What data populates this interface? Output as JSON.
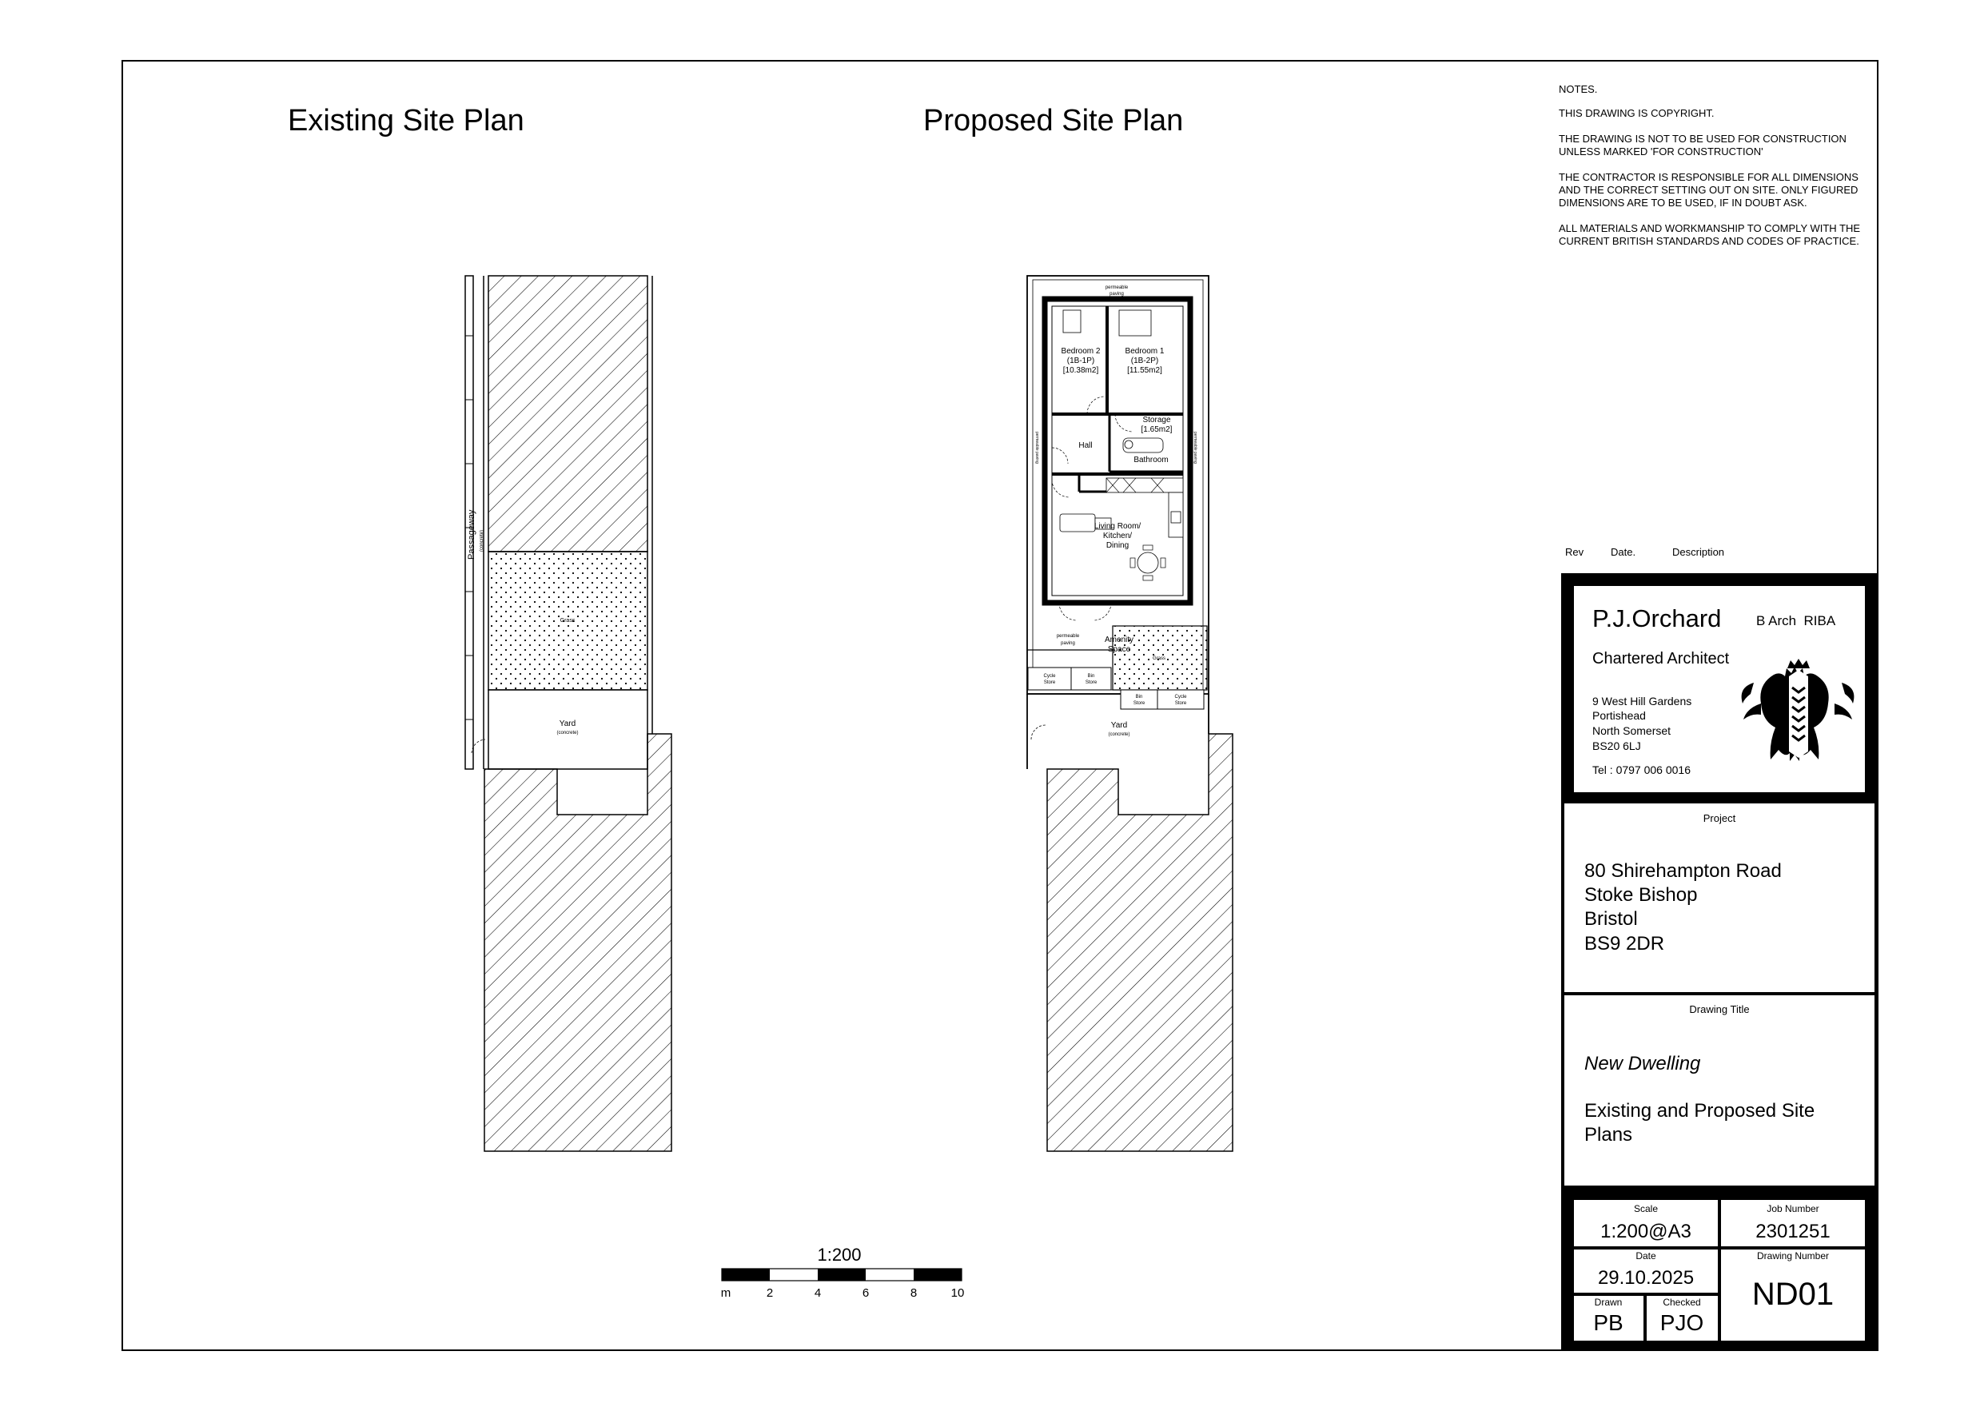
{
  "titles": {
    "existing": "Existing Site Plan",
    "proposed": "Proposed Site Plan"
  },
  "notes": {
    "heading": "NOTES.",
    "items": [
      "THIS DRAWING IS COPYRIGHT.",
      "THE DRAWING IS NOT TO BE USED FOR CONSTRUCTION UNLESS MARKED 'FOR CONSTRUCTION'",
      "THE CONTRACTOR IS RESPONSIBLE FOR ALL DIMENSIONS AND THE CORRECT SETTING OUT ON SITE. ONLY FIGURED DIMENSIONS ARE TO BE USED, IF IN DOUBT ASK.",
      "ALL MATERIALS AND WORKMANSHIP TO COMPLY WITH THE CURRENT BRITISH STANDARDS AND CODES OF PRACTICE."
    ]
  },
  "revisions": {
    "rev": "Rev",
    "date": "Date.",
    "description": "Description"
  },
  "architect": {
    "name": "P.J.Orchard",
    "quals": "B Arch  RIBA",
    "role": "Chartered Architect",
    "address": [
      "9 West Hill Gardens",
      "Portishead",
      "North Somerset",
      "BS20 6LJ"
    ],
    "tel": "Tel : 0797 006 0016",
    "logo_icon": "lions-crest-logo"
  },
  "project": {
    "label": "Project",
    "lines": [
      "80 Shirehampton Road",
      "Stoke Bishop",
      "Bristol",
      "BS9 2DR"
    ]
  },
  "drawing_title": {
    "label": "Drawing Title",
    "subtitle": "New Dwelling",
    "title_lines": [
      "Existing and Proposed Site",
      "Plans"
    ]
  },
  "details": {
    "scale_label": "Scale",
    "scale": "1:200@A3",
    "job_label": "Job Number",
    "job": "2301251",
    "date_label": "Date",
    "date": "29.10.2025",
    "drawing_number_label": "Drawing Number",
    "drawing_number": "ND01",
    "drawn_label": "Drawn",
    "drawn": "PB",
    "checked_label": "Checked",
    "checked": "PJO"
  },
  "scale_bar": {
    "title": "1:200",
    "labels": [
      "m",
      "2",
      "4",
      "6",
      "8",
      "10"
    ]
  },
  "existing_plan": {
    "passageway": "Passageway",
    "passageway_sub": "(concrete)",
    "grass": "Grass",
    "yard": "Yard",
    "yard_sub": "(concrete)"
  },
  "proposed_plan": {
    "paving_top": [
      "permeable",
      "paving"
    ],
    "bedroom2": [
      "Bedroom 2",
      "(1B-1P)",
      "[10.38m2]"
    ],
    "bedroom1": [
      "Bedroom 1",
      "(1B-2P)",
      "[11.55m2]"
    ],
    "storage": [
      "Storage",
      "[1.65m2]"
    ],
    "hall": "Hall",
    "bathroom": "Bathroom",
    "side_paving_left": "permeable paving",
    "side_paving_right": "permeable paving",
    "living": [
      "Living Room/",
      "Kitchen/",
      "Dining"
    ],
    "paving_bottom": [
      "permeable",
      "paving"
    ],
    "amenity": [
      "Amenity",
      "Space"
    ],
    "grass": "Grass",
    "cycle_left": [
      "Cycle",
      "Store"
    ],
    "bin_left": [
      "Bin",
      "Store"
    ],
    "bin_right": [
      "Bin",
      "Store"
    ],
    "cycle_right": [
      "Cycle",
      "Store"
    ],
    "yard": "Yard",
    "yard_sub": "(concrete)"
  }
}
